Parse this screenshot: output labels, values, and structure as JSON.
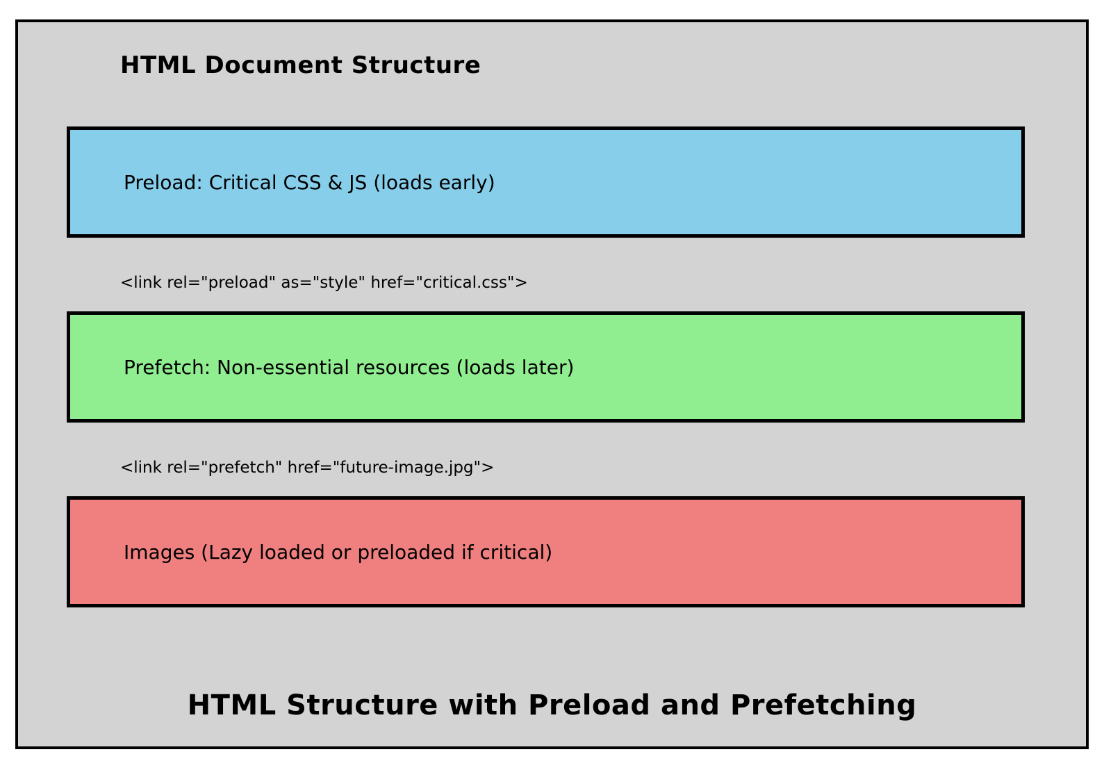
{
  "diagram": {
    "title": "HTML Document Structure",
    "caption": "HTML Structure with Preload and Prefetching",
    "boxes": [
      {
        "id": "preload",
        "label": "Preload: Critical CSS & JS (loads early)",
        "color": "#87CEEB"
      },
      {
        "id": "prefetch",
        "label": "Prefetch: Non-essential resources (loads later)",
        "color": "#90EE90"
      },
      {
        "id": "images",
        "label": "Images (Lazy loaded or preloaded if critical)",
        "color": "#F08080"
      }
    ],
    "code_lines": [
      "<link rel=\"preload\" as=\"style\" href=\"critical.css\">",
      "<link rel=\"prefetch\" href=\"future-image.jpg\">"
    ],
    "colors": {
      "page_background": "#ffffff",
      "container_background": "#d3d3d3",
      "border": "#000000"
    }
  }
}
